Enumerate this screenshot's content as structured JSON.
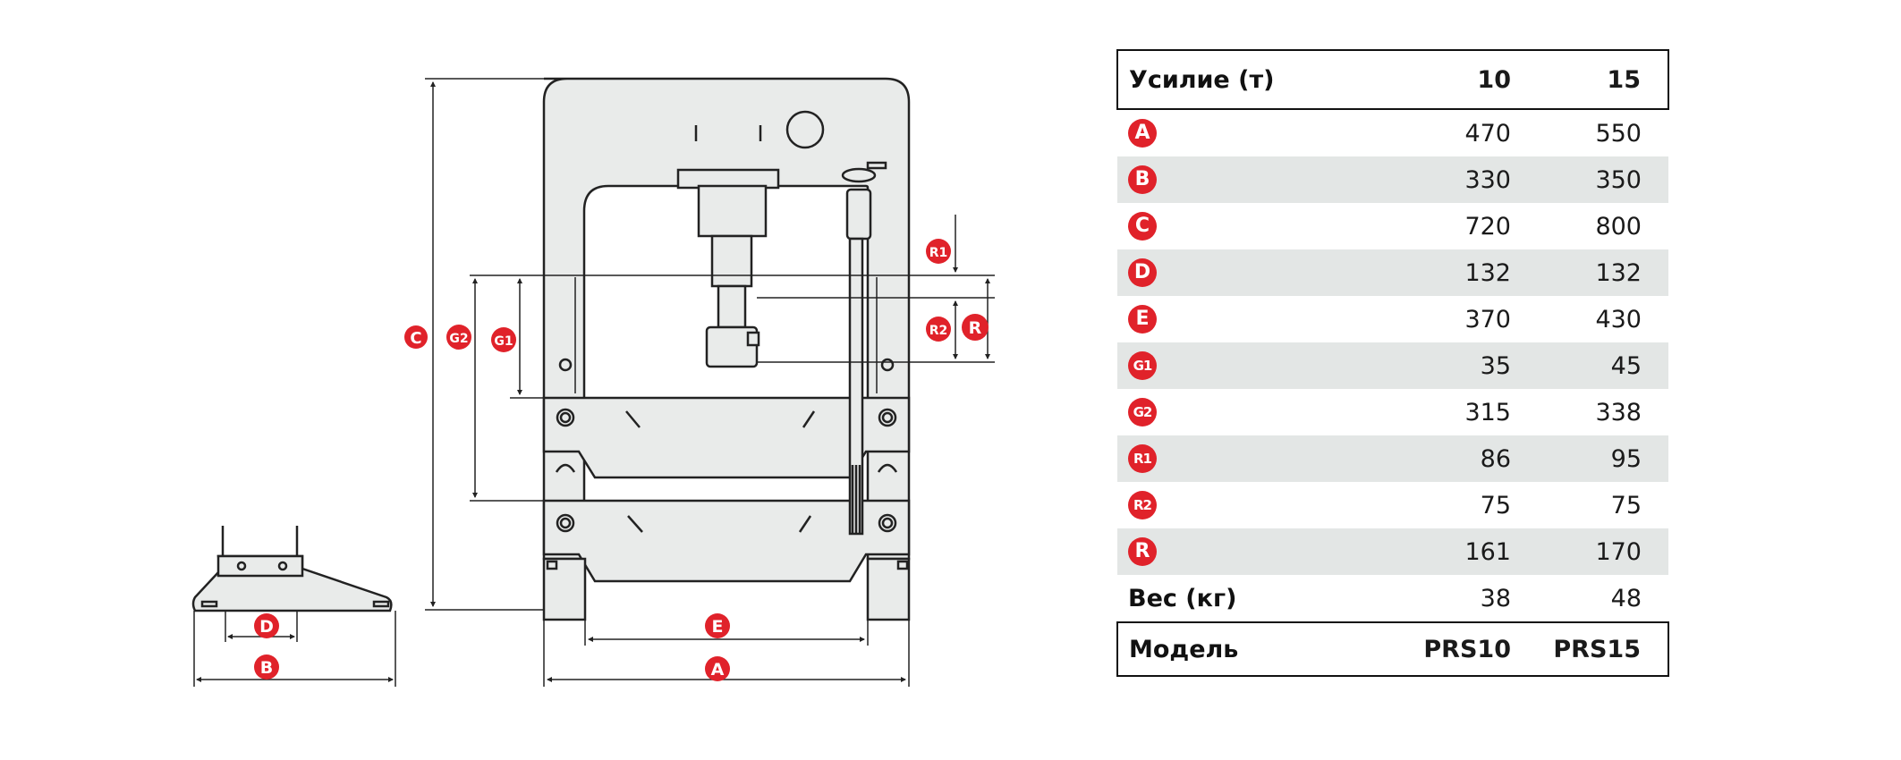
{
  "labels": {
    "A": "A",
    "B": "B",
    "C": "C",
    "D": "D",
    "E": "E",
    "G1": "G1",
    "G2": "G2",
    "R1": "R1",
    "R2": "R2",
    "R": "R"
  },
  "table": {
    "header": {
      "label": "Усилие (т)",
      "col1": "10",
      "col2": "15"
    },
    "rows": [
      {
        "badge": "A",
        "v1": "470",
        "v2": "550"
      },
      {
        "badge": "B",
        "v1": "330",
        "v2": "350"
      },
      {
        "badge": "C",
        "v1": "720",
        "v2": "800"
      },
      {
        "badge": "D",
        "v1": "132",
        "v2": "132"
      },
      {
        "badge": "E",
        "v1": "370",
        "v2": "430"
      },
      {
        "badge": "G1",
        "v1": "35",
        "v2": "45"
      },
      {
        "badge": "G2",
        "v1": "315",
        "v2": "338"
      },
      {
        "badge": "R1",
        "v1": "86",
        "v2": "95"
      },
      {
        "badge": "R2",
        "v1": "75",
        "v2": "75"
      },
      {
        "badge": "R",
        "v1": "161",
        "v2": "170"
      }
    ],
    "weight": {
      "label": "Вес (кг)",
      "v1": "38",
      "v2": "48"
    },
    "model": {
      "label": "Модель",
      "v1": "PRS10",
      "v2": "PRS15"
    }
  },
  "colors": {
    "badge": "#e0222a",
    "shade": "#e3e6e5",
    "model": "#8a2be2",
    "line": "#222222",
    "fill": "#e9ebea"
  }
}
